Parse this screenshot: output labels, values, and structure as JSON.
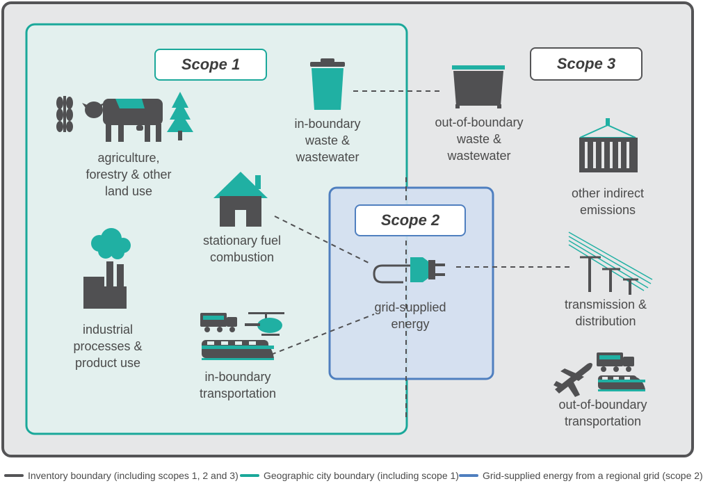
{
  "colors": {
    "inventory": "#545456",
    "city": "#1aa89a",
    "grid": "#4f7fbf",
    "icon_dark": "#505052",
    "icon_teal": "#20b0a3"
  },
  "scopes": {
    "scope1": "Scope 1",
    "scope2": "Scope 2",
    "scope3": "Scope 3"
  },
  "nodes": {
    "agriculture": [
      "agriculture,",
      "forestry & other",
      "land use"
    ],
    "industrial": [
      "industrial",
      "processes &",
      "product use"
    ],
    "stationary": [
      "stationary fuel",
      "combustion"
    ],
    "in_transport": [
      "in-boundary",
      "transportation"
    ],
    "in_waste": [
      "in-boundary",
      "waste &",
      "wastewater"
    ],
    "out_waste": [
      "out-of-boundary",
      "waste &",
      "wastewater"
    ],
    "grid_energy": [
      "grid-supplied",
      "energy"
    ],
    "other_indirect": [
      "other indirect",
      "emissions"
    ],
    "transmission": [
      "transmission &",
      "distribution"
    ],
    "out_transport": [
      "out-of-boundary",
      "transportation"
    ]
  },
  "legend": {
    "inventory": "Inventory boundary (including scopes 1, 2 and 3)",
    "city": "Geographic city boundary (including scope 1)",
    "grid": "Grid-supplied energy from a regional grid (scope 2)"
  }
}
